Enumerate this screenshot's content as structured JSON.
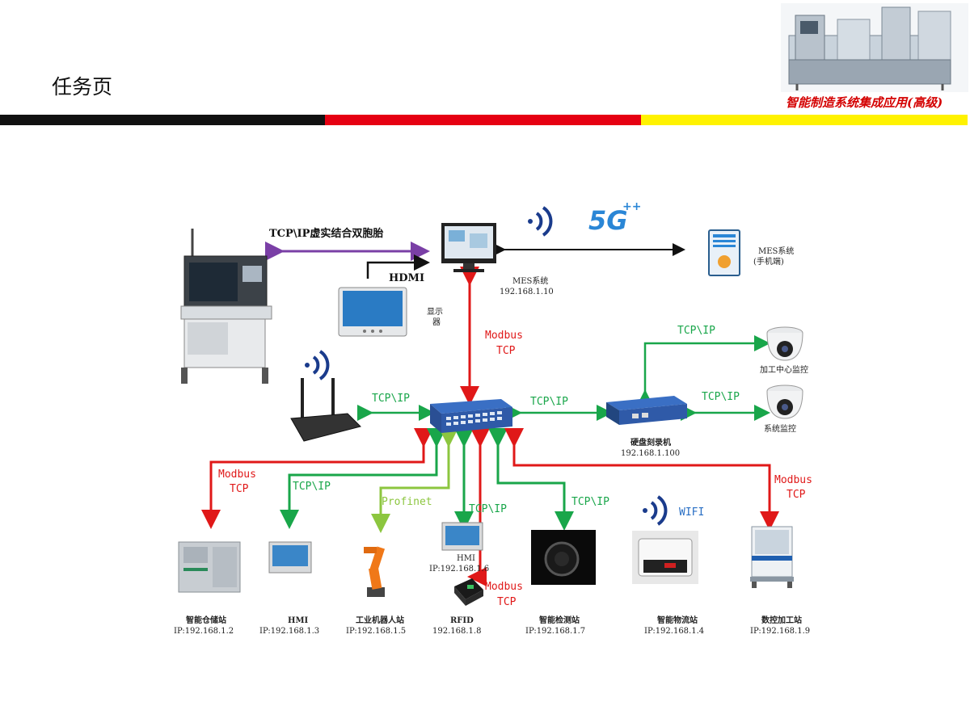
{
  "page": {
    "title": "任务页"
  },
  "banner": {
    "caption": "智能制造系统集成应用(高级)"
  },
  "colors": {
    "bar_black": "#111111",
    "bar_red": "#e60012",
    "bar_yellow": "#fff200",
    "modbus": "#e01818",
    "tcpip": "#19a64a",
    "profinet": "#8cc63f",
    "virtual_link": "#7a3fa6"
  },
  "links": {
    "virtual_twin": "TCP\\IP虚实结合双胞胎",
    "hdmi": "HDMI",
    "modbus_tcp_line1": "Modbus",
    "modbus_tcp_line2": "TCP",
    "tcpip": "TCP\\IP",
    "profinet": "Profinet",
    "wifi": "WIFI",
    "fiveg": "5G"
  },
  "nodes": {
    "mes_pc": {
      "name": "MES系统",
      "ip": "192.168.1.10"
    },
    "mes_mobile": {
      "name_line1": "MES系统",
      "name_line2": "(手机端)"
    },
    "display": {
      "name_line1": "显示",
      "name_line2": "器"
    },
    "nvr": {
      "name": "硬盘刻录机",
      "ip": "192.168.1.100"
    },
    "cam_machining": {
      "name": "加工中心监控"
    },
    "cam_system": {
      "name": "系统监控"
    },
    "warehouse": {
      "name": "智能仓储站",
      "ip": "IP:192.168.1.2"
    },
    "hmi_1_3": {
      "name": "HMI",
      "ip": "IP:192.168.1.3"
    },
    "robot": {
      "name": "工业机器人站",
      "ip": "IP:192.168.1.5"
    },
    "hmi_1_6": {
      "name": "HMI",
      "ip": "IP:192.168.1.6"
    },
    "rfid": {
      "name": "RFID",
      "ip": "192.168.1.8"
    },
    "inspection": {
      "name": "智能检测站",
      "ip": "IP:192.168.1.7"
    },
    "logistics": {
      "name": "智能物流站",
      "ip": "IP:192.168.1.4"
    },
    "cnc": {
      "name": "数控加工站",
      "ip": "IP:192.168.1.9"
    }
  }
}
